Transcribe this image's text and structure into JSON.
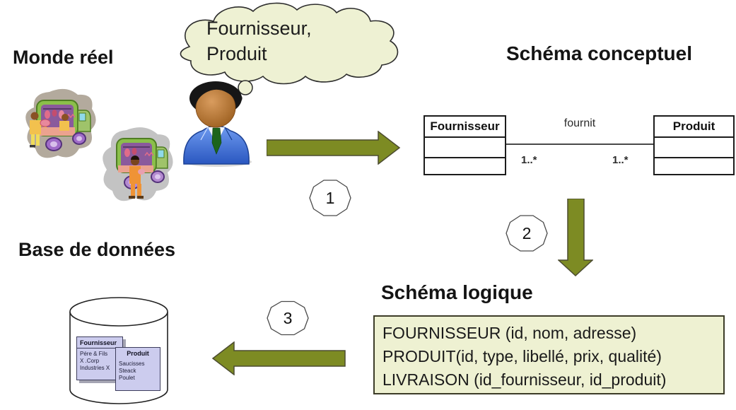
{
  "headings": {
    "real_world": "Monde réel",
    "conceptual": "Schéma conceptuel",
    "logical": "Schéma logique",
    "database": "Base de données"
  },
  "thought_bubble": {
    "line1": "Fournisseur,",
    "line2": "Produit"
  },
  "steps": {
    "s1": "1",
    "s2": "2",
    "s3": "3"
  },
  "uml": {
    "left_class": "Fournisseur",
    "right_class": "Produit",
    "association_label": "fournit",
    "left_cardinality": "1..*",
    "right_cardinality": "1..*"
  },
  "logical_schema": {
    "lines": [
      "FOURNISSEUR (id, nom, adresse)",
      "PRODUIT(id, type, libellé, prix, qualité)",
      "LIVRAISON (id_fournisseur, id_produit)"
    ]
  },
  "db_cards": {
    "fournisseur": {
      "title": "Fournisseur",
      "rows": [
        "Pére & Fils",
        "X .Corp",
        "Industries X"
      ]
    },
    "produit": {
      "title": "Produit",
      "rows": [
        "Saucisses",
        "Steack",
        "Poulet"
      ]
    }
  },
  "colors": {
    "arrow_fill": "#7d8b23",
    "bubble_fill": "#eef1d3",
    "card_fill": "#ccccee",
    "truck_green": "#8bbf4a",
    "interior_purple": "#8a5a9c",
    "wheel_purple": "#a06cc8"
  }
}
